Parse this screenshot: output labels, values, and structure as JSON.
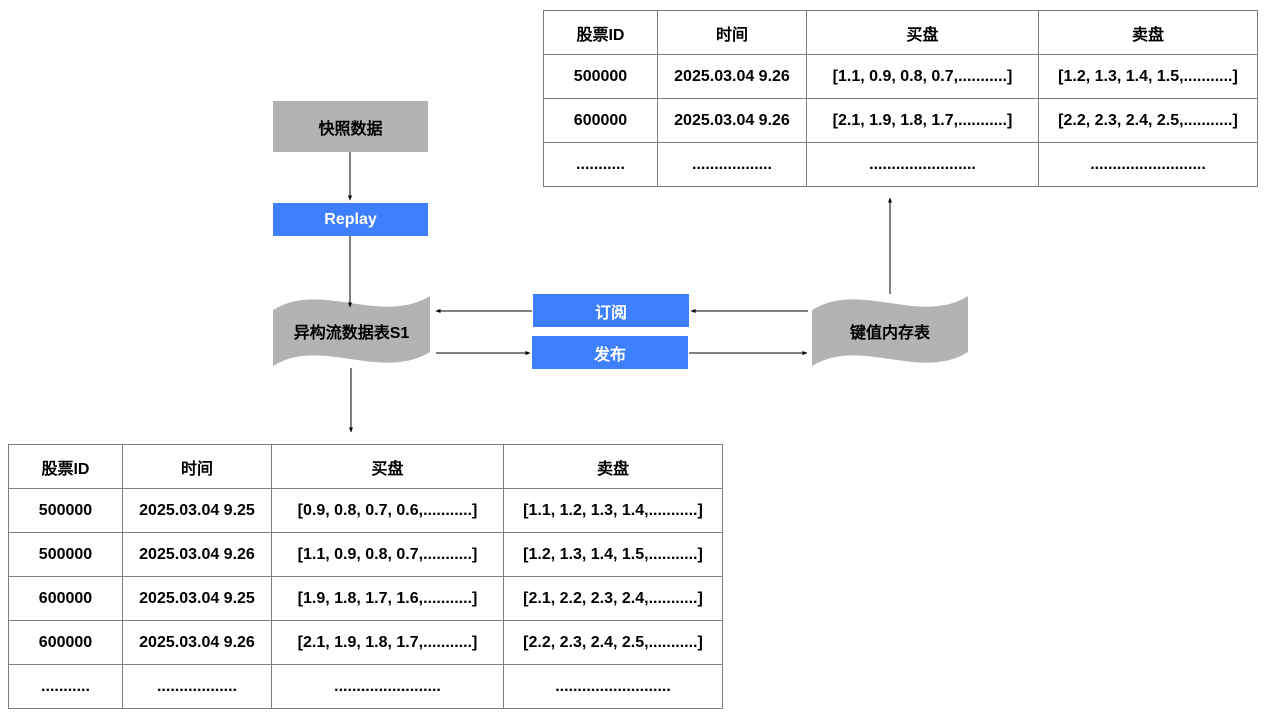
{
  "nodes": {
    "snapshot": "快照数据",
    "replay": "Replay",
    "stream_table": "异构流数据表S1",
    "subscribe": "订阅",
    "publish": "发布",
    "kv_table": "键值内存表"
  },
  "colors": {
    "grey_box": "#b3b3b3",
    "blue_box": "#3d7ffd",
    "grid_border": "#7f7f7f"
  },
  "kv_result_table": {
    "headers": [
      "股票ID",
      "时间",
      "买盘",
      "卖盘"
    ],
    "rows": [
      [
        "500000",
        "2025.03.04 9.26",
        "[1.1, 0.9, 0.8, 0.7,...........]",
        "[1.2, 1.3, 1.4, 1.5,...........]"
      ],
      [
        "600000",
        "2025.03.04 9.26",
        "[2.1, 1.9, 1.8, 1.7,...........]",
        "[2.2, 2.3, 2.4, 2.5,...........]"
      ],
      [
        "...........",
        "..................",
        "........................",
        ".........................."
      ]
    ]
  },
  "stream_result_table": {
    "headers": [
      "股票ID",
      "时间",
      "买盘",
      "卖盘"
    ],
    "rows": [
      [
        "500000",
        "2025.03.04 9.25",
        "[0.9, 0.8, 0.7, 0.6,...........]",
        "[1.1, 1.2, 1.3, 1.4,...........]"
      ],
      [
        "500000",
        "2025.03.04 9.26",
        "[1.1, 0.9, 0.8, 0.7,...........]",
        "[1.2, 1.3, 1.4, 1.5,...........]"
      ],
      [
        "600000",
        "2025.03.04 9.25",
        "[1.9, 1.8, 1.7, 1.6,...........]",
        "[2.1, 2.2, 2.3, 2.4,...........]"
      ],
      [
        "600000",
        "2025.03.04 9.26",
        "[2.1, 1.9, 1.8, 1.7,...........]",
        "[2.2, 2.3, 2.4, 2.5,...........]"
      ],
      [
        "...........",
        "..................",
        "........................",
        ".........................."
      ]
    ]
  }
}
